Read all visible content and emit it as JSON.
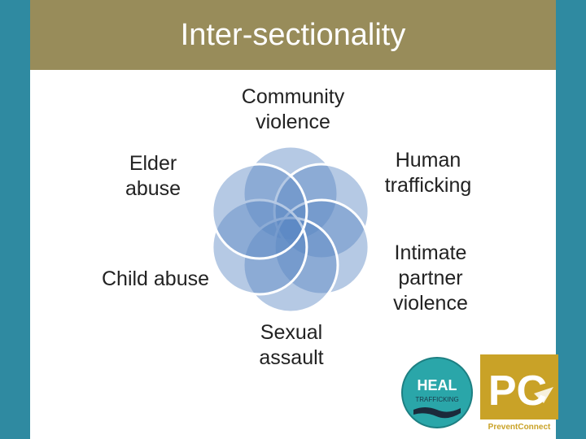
{
  "title": "Inter-sectionality",
  "circles": [
    {
      "label": "Community\nviolence"
    },
    {
      "label": "Human\ntrafficking"
    },
    {
      "label": "Intimate\npartner\nviolence"
    },
    {
      "label": "Sexual\nassault"
    },
    {
      "label": "Child abuse"
    },
    {
      "label": "Elder\nabuse"
    }
  ],
  "logos": {
    "heal_main": "HEAL",
    "heal_sub": "TRAFFICKING",
    "pc_main": "PC",
    "pc_sub": "PreventConnect"
  },
  "colors": {
    "background": "#2f8aa1",
    "title_bar": "#988c5a",
    "petal": "#5a87c3",
    "heal_teal": "#2aa6a9",
    "pc_gold": "#c9a227"
  }
}
